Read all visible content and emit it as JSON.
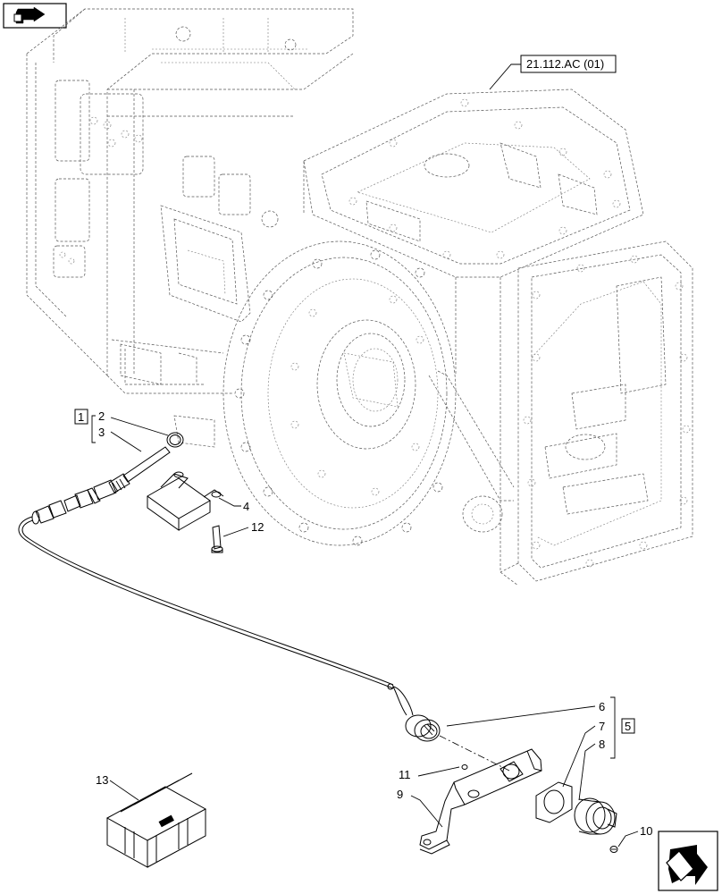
{
  "reference_label": "21.112.AC (01)",
  "callouts": [
    {
      "id": "c1",
      "text": "1",
      "boxed": true
    },
    {
      "id": "c2",
      "text": "2"
    },
    {
      "id": "c3",
      "text": "3"
    },
    {
      "id": "c4",
      "text": "4"
    },
    {
      "id": "c5",
      "text": "5",
      "boxed": true
    },
    {
      "id": "c6",
      "text": "6"
    },
    {
      "id": "c7",
      "text": "7"
    },
    {
      "id": "c8",
      "text": "8"
    },
    {
      "id": "c9",
      "text": "9"
    },
    {
      "id": "c10",
      "text": "10"
    },
    {
      "id": "c11",
      "text": "11"
    },
    {
      "id": "c12",
      "text": "12"
    },
    {
      "id": "c13",
      "text": "13"
    }
  ],
  "icons": {
    "top_left": "previous-page-arrow-icon",
    "bottom_right": "next-page-arrow-icon",
    "kit_box": "kit-box-icon"
  }
}
